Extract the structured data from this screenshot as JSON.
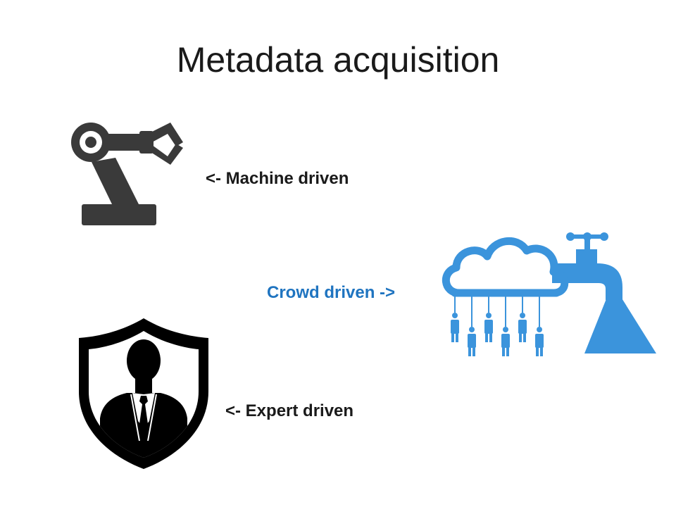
{
  "slide": {
    "title": "Metadata acquisition",
    "labels": {
      "machine": "<- Machine driven",
      "crowd": "Crowd driven ->",
      "expert": "<- Expert driven"
    },
    "icons": {
      "robot": "robot-arm-icon",
      "crowd": "cloud-faucet-people-icon",
      "expert": "shield-businessman-icon"
    }
  },
  "colors": {
    "text_dark": "#1a1a1a",
    "crowd_blue": "#1f74c0",
    "icon_dark": "#3a3a3a",
    "icon_blue": "#3b94dc",
    "icon_black": "#000000"
  }
}
